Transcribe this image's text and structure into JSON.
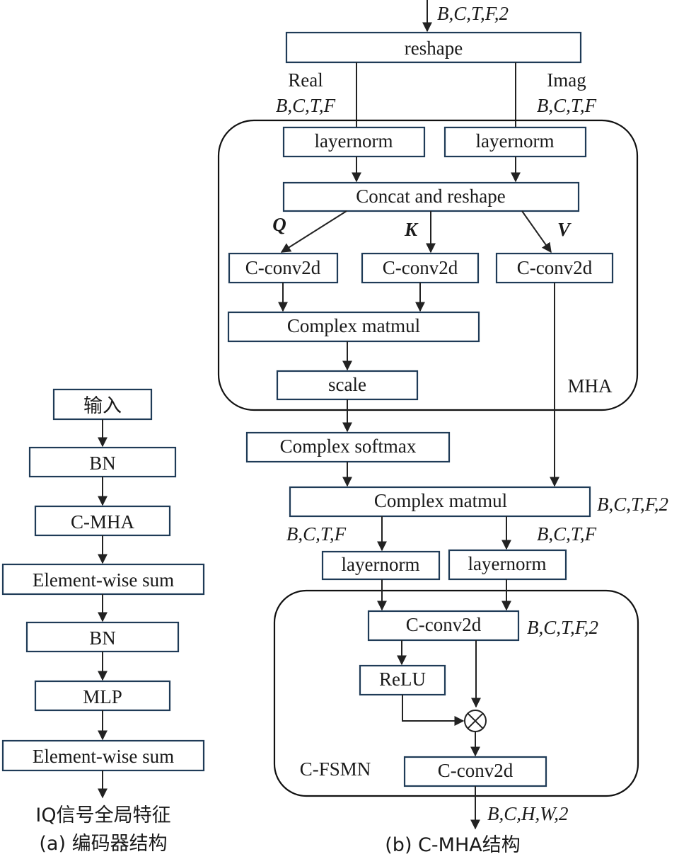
{
  "encoder": {
    "input": "输入",
    "bn1": "BN",
    "cmha": "C-MHA",
    "sum1": "Element-wise sum",
    "bn2": "BN",
    "mlp": "MLP",
    "sum2": "Element-wise sum",
    "output": "IQ信号全局特征",
    "caption": "(a) 编码器结构"
  },
  "cmha": {
    "input_dims": "B,C,T,F,2",
    "reshape": "reshape",
    "real": "Real",
    "real_dims": "B,C,T,F",
    "imag": "Imag",
    "imag_dims": "B,C,T,F",
    "layernorm": "layernorm",
    "concat": "Concat and reshape",
    "q": "Q",
    "k": "K",
    "v": "V",
    "cconv": "C-conv2d",
    "matmul": "Complex matmul",
    "scale": "scale",
    "mha_label": "MHA",
    "softmax": "Complex softmax",
    "matmul_dims": "B,C,T,F,2",
    "split_left_dims": "B,C,T,F",
    "split_right_dims": "B,C,T,F",
    "fsmn_conv_dims": "B,C,T,F,2",
    "relu": "ReLU",
    "multiply_symbol": "⊗",
    "fsmn_label": "C-FSMN",
    "output_dims": "B,C,H,W,2",
    "caption": "(b) C-MHA结构"
  }
}
